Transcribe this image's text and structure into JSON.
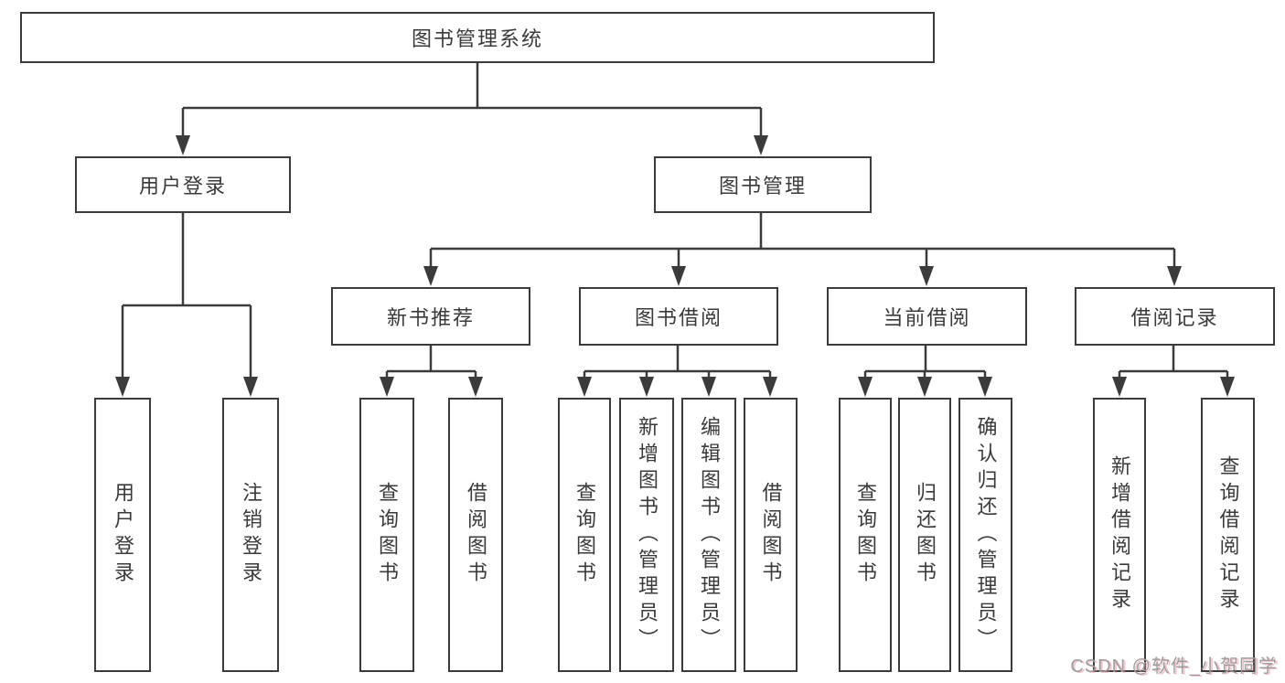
{
  "diagram": {
    "root": {
      "label": "图书管理系统"
    },
    "level2": [
      {
        "label": "用户登录"
      },
      {
        "label": "图书管理"
      }
    ],
    "level3": [
      {
        "label": "新书推荐"
      },
      {
        "label": "图书借阅"
      },
      {
        "label": "当前借阅"
      },
      {
        "label": "借阅记录"
      }
    ],
    "leaves": [
      {
        "label": "用户登录"
      },
      {
        "label": "注销登录"
      },
      {
        "label": "查询图书"
      },
      {
        "label": "借阅图书"
      },
      {
        "label": "查询图书"
      },
      {
        "label": "新增图书（管理员）"
      },
      {
        "label": "编辑图书（管理员）"
      },
      {
        "label": "借阅图书"
      },
      {
        "label": "查询图书"
      },
      {
        "label": "归还图书"
      },
      {
        "label": "确认归还（管理员）"
      },
      {
        "label": "新增借阅记录"
      },
      {
        "label": "查询借阅记录"
      }
    ]
  },
  "watermark": {
    "text": "CSDN @软件_小贺同学"
  },
  "colors": {
    "line": "#3b3b3b",
    "text": "#3a3a3a",
    "background": "#ffffff",
    "watermark": "#9d9d9d"
  }
}
